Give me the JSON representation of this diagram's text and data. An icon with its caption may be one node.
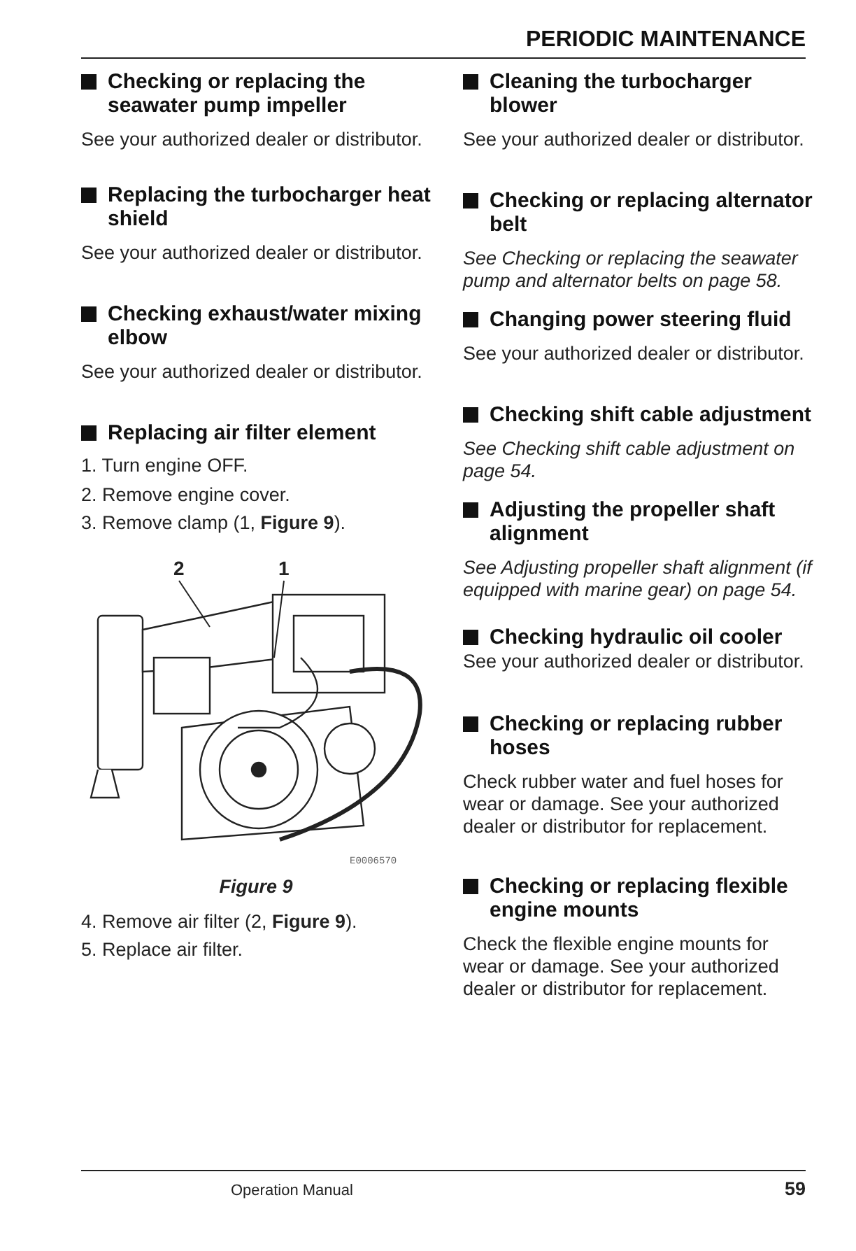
{
  "diagram": {
    "title": "PERIODIC MAINTENANCE",
    "nodes": [
      {
        "text": [
          "2"
        ]
      },
      {
        "text": [
          "1"
        ]
      }
    ],
    "edges": [
      {
        "from": 0,
        "to": null,
        "arrow": "none"
      },
      {
        "from": 1,
        "to": null,
        "arrow": "none"
      }
    ],
    "labels": [
      "Checking or replacing the seawater pump impeller",
      "See your authorized dealer or distributor.",
      "Replacing the turbocharger heat shield",
      "See your authorized dealer or distributor.",
      "Checking exhaust/water mixing elbow",
      "See your authorized dealer or distributor.",
      "Replacing air filter element",
      "1. Turn engine OFF.",
      "2. Remove engine cover.",
      "3. Remove clamp (1, **Figure 9**).",
      "E0006570",
      "Figure 9",
      "4. Remove air filter (2, **Figure 9**).",
      "5. Replace air filter.",
      "Cleaning the turbocharger blower",
      "See your authorized dealer or distributor.",
      "Checking or replacing alternator belt",
      "See Checking or replacing the seawater pump and alternator belts on page 58.",
      "Changing power steering fluid",
      "See your authorized dealer or distributor.",
      "Checking shift cable adjustment",
      "See Checking shift cable adjustment on page 54.",
      "Adjusting the propeller shaft alignment",
      "See Adjusting propeller shaft alignment (if equipped with marine gear) on page 54.",
      "Checking hydraulic oil cooler",
      "See your authorized dealer or distributor.",
      "Checking or replacing rubber hoses",
      "Check rubber water and fuel hoses for wear or damage. See your authorized dealer or distributor for replacement.",
      "Checking or replacing flexible engine mounts",
      "Check the flexible engine mounts for wear or damage. See your authorized dealer or distributor for replacement.",
      "Operation Manual",
      "59"
    ]
  }
}
